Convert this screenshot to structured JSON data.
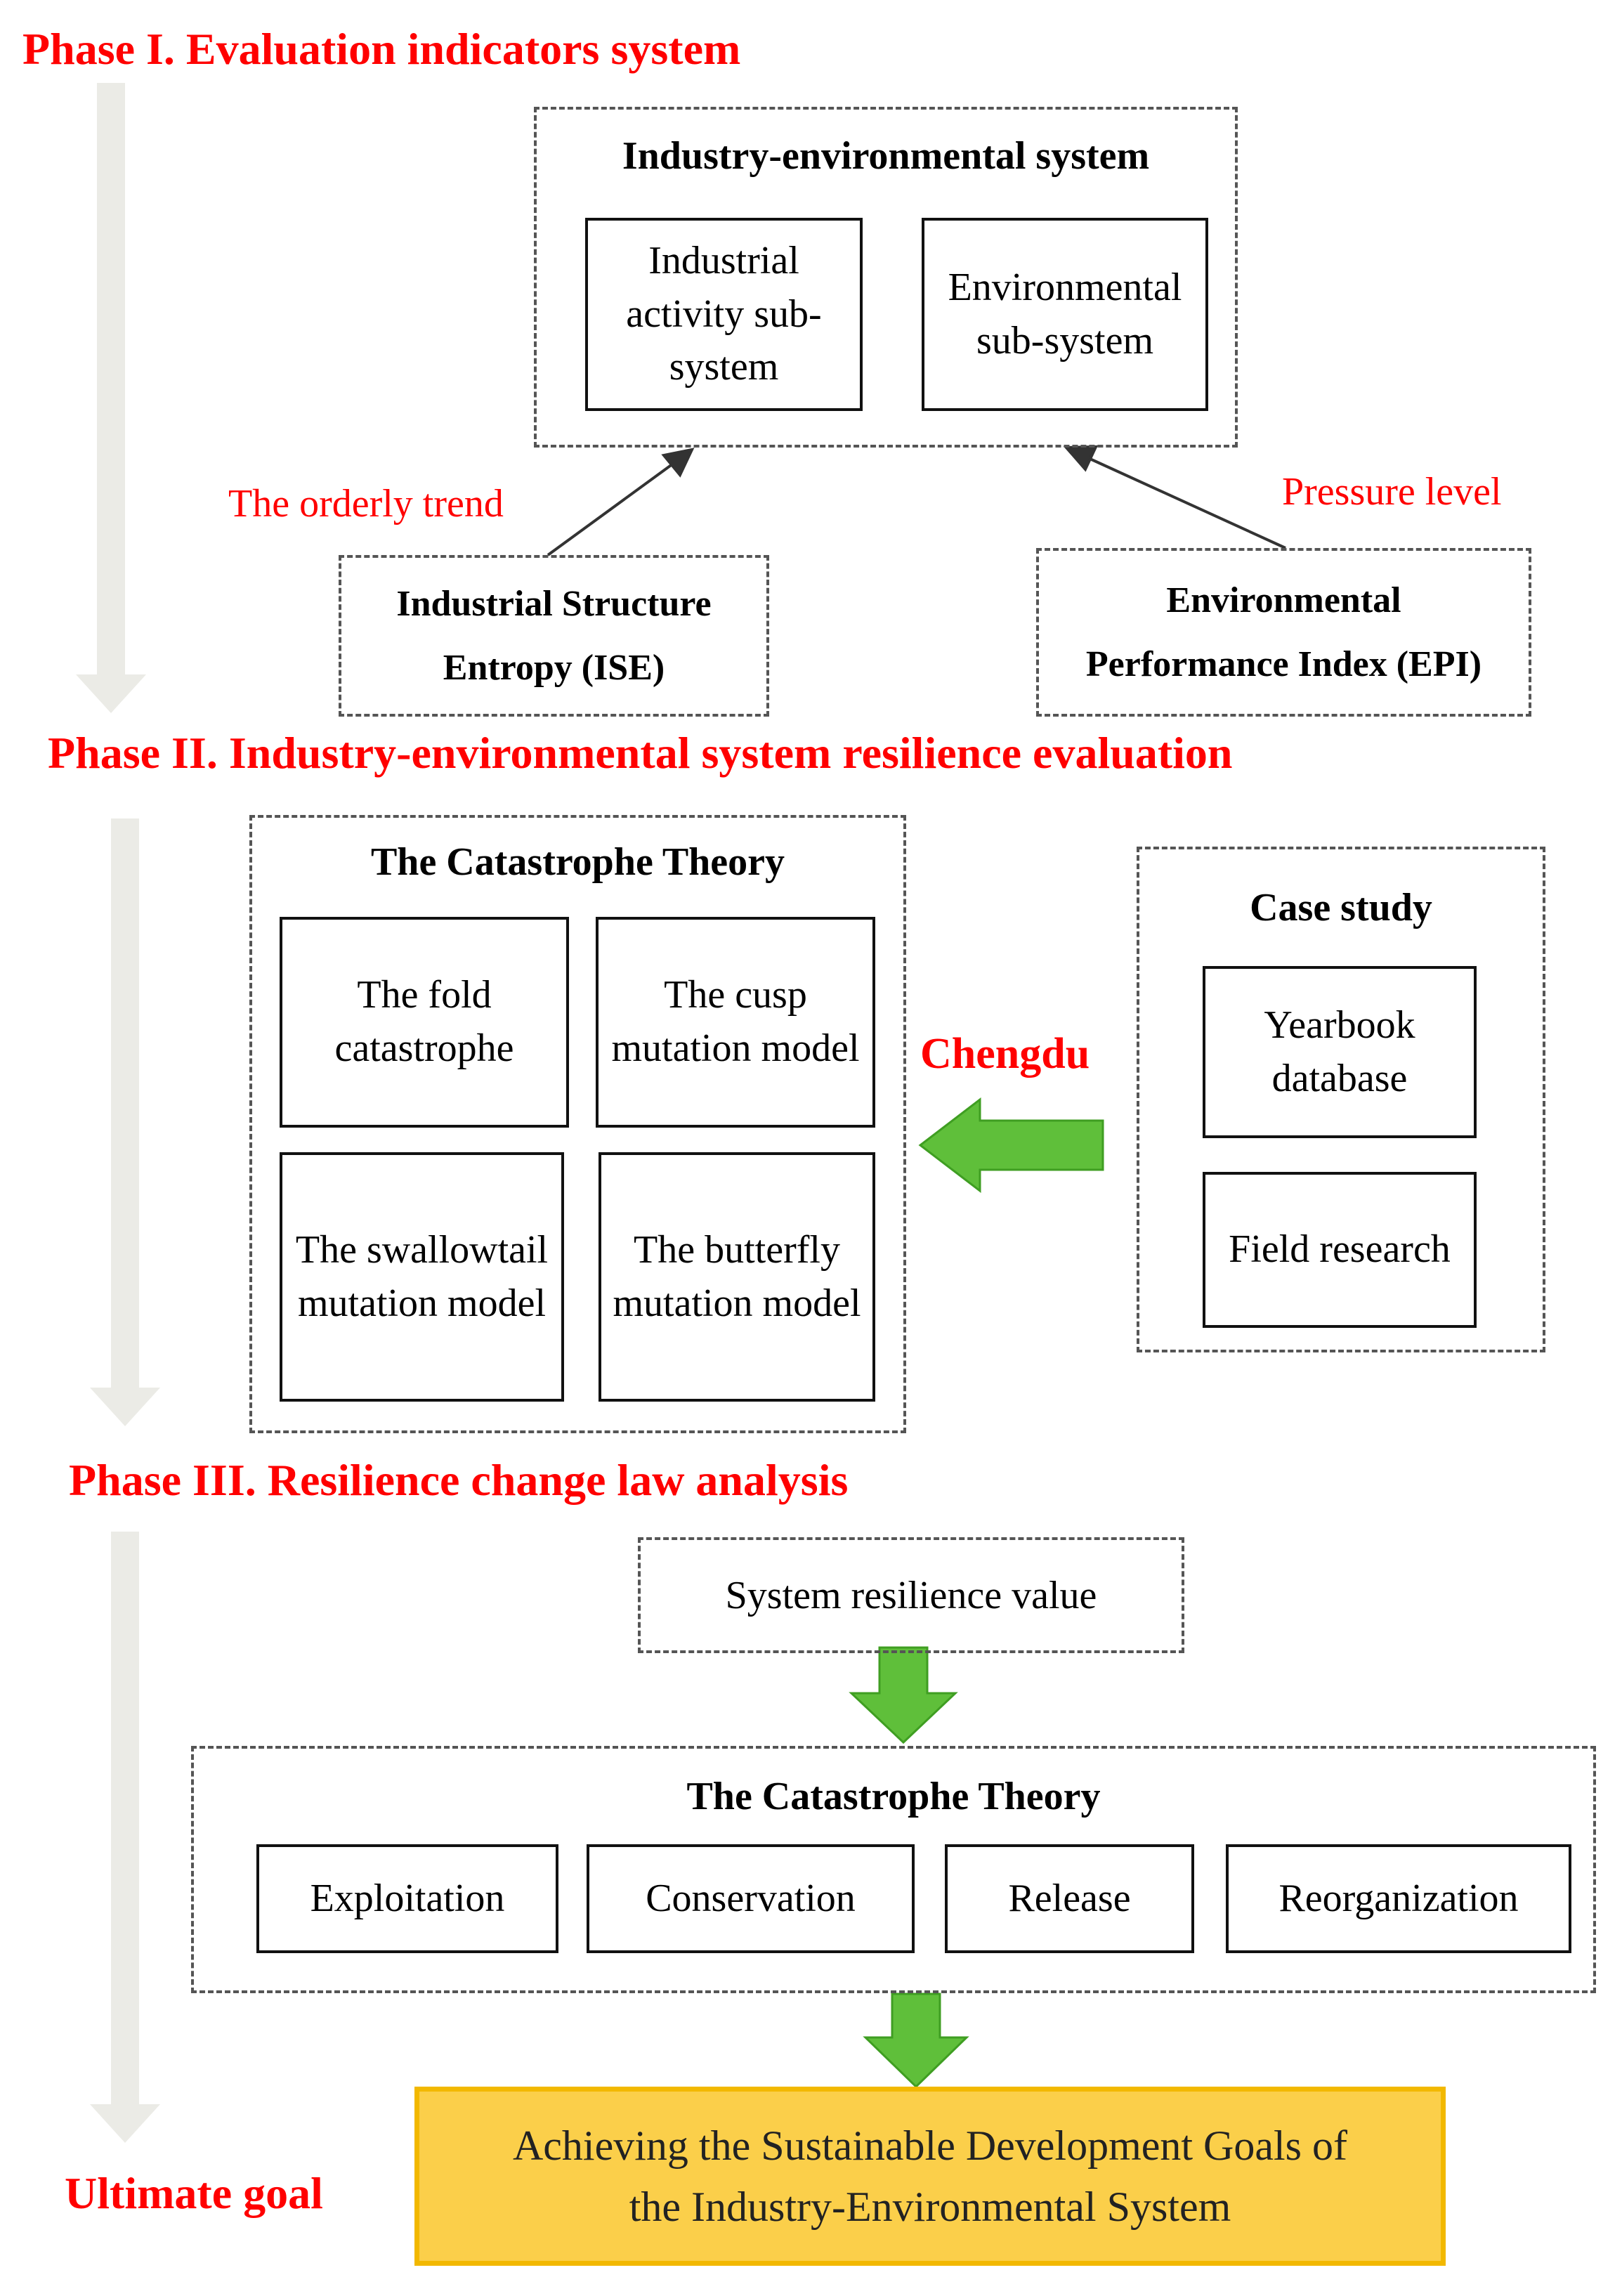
{
  "phases": {
    "phase1": "Phase I. Evaluation indicators system",
    "phase2": "Phase II. Industry-environmental system resilience evaluation",
    "phase3": "Phase III. Resilience change law analysis",
    "ultimate": "Ultimate goal"
  },
  "phase1": {
    "system_title": "Industry-environmental  system",
    "industrial_sub": "Industrial activity sub-system",
    "environmental_sub": "Environmental sub-system",
    "ise_line1": "Industrial Structure",
    "ise_line2": "Entropy (ISE)",
    "epi_line1": "Environmental",
    "epi_line2": "Performance Index (EPI)",
    "orderly_trend": "The orderly trend",
    "pressure_level": "Pressure level"
  },
  "phase2": {
    "catastrophe_title": "The Catastrophe  Theory",
    "fold": "The fold catastrophe",
    "cusp": "The cusp mutation model",
    "swallowtail": "The swallowtail mutation model",
    "butterfly": "The butterfly mutation model",
    "city_label": "Chengdu",
    "case_title": "Case study",
    "yearbook": "Yearbook database",
    "field": "Field research"
  },
  "phase3": {
    "resilience_value": "System resilience value",
    "catastrophe_title": "The Catastrophe  Theory",
    "stages": [
      "Exploitation",
      "Conservation",
      "Release",
      "Reorganization"
    ]
  },
  "goal": {
    "line1": "Achieving the Sustainable Development Goals of",
    "line2": "the Industry-Environmental System"
  },
  "colors": {
    "phase_text": "#ff0000",
    "green_arrow": "#5fbf3a",
    "goal_fill": "#fbcf4a",
    "goal_border": "#f2b800",
    "side_arrow": "#ebebe6"
  }
}
